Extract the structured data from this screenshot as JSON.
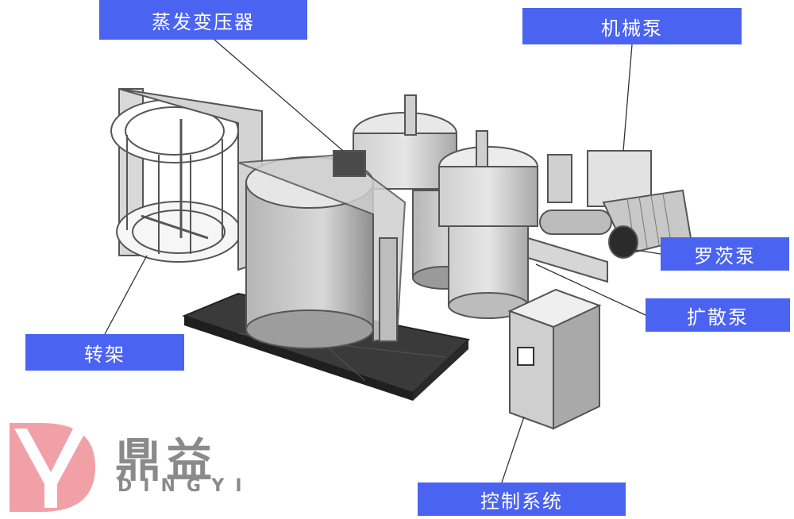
{
  "labels": {
    "transformer": "蒸发变压器",
    "mechanical_pump": "机械泵",
    "roots_pump": "罗茨泵",
    "diffusion_pump": "扩散泵",
    "rotating_rack": "转架",
    "control_system": "控制系统"
  },
  "logo": {
    "name_cn": "鼎益",
    "name_en": "DINGYI"
  },
  "colors": {
    "label_bg": "#4a63f0",
    "label_text": "#ffffff",
    "logo_pink": "#f2a0a8",
    "logo_gray": "#8a8a8a"
  }
}
